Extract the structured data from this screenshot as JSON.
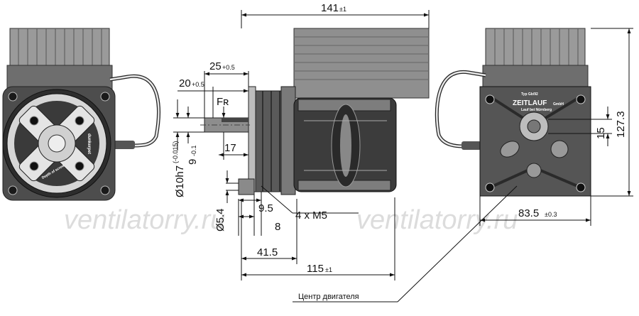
{
  "watermark": "ventilatorry.ru",
  "callout_label": "Центр двигателя",
  "brand": {
    "maker": "ZEITLAUF",
    "maker_suffix": "GmbH",
    "type_plate": "Typ Gb/92",
    "location": "Lauf bei Nürnberg",
    "front_label": "dunkerpet",
    "depth_label": "Depth of screw"
  },
  "dimensions": {
    "overall_length": "141",
    "overall_length_tol": "±1",
    "motor_center_length": "115",
    "motor_center_length_tol": "±1",
    "shaft_length": "25",
    "shaft_length_tol": "+0.5",
    "key_length": "20",
    "key_length_tol": "+0.5",
    "radial_force": "Fʀ",
    "load_point": "17",
    "key_height": "9",
    "key_height_tol": "-0.1",
    "shaft_diameter": "Ø10h7",
    "shaft_diameter_tol": "(-0.015)",
    "bolt_hole_diameter": "Ø5.4",
    "flange_offset": "9.5",
    "flange_thickness": "8",
    "flange_depth": "41.5",
    "thread": "4 x M5",
    "height": "127.3",
    "shaft_offset": "15",
    "width": "83.5",
    "width_tol": "±0.3"
  }
}
